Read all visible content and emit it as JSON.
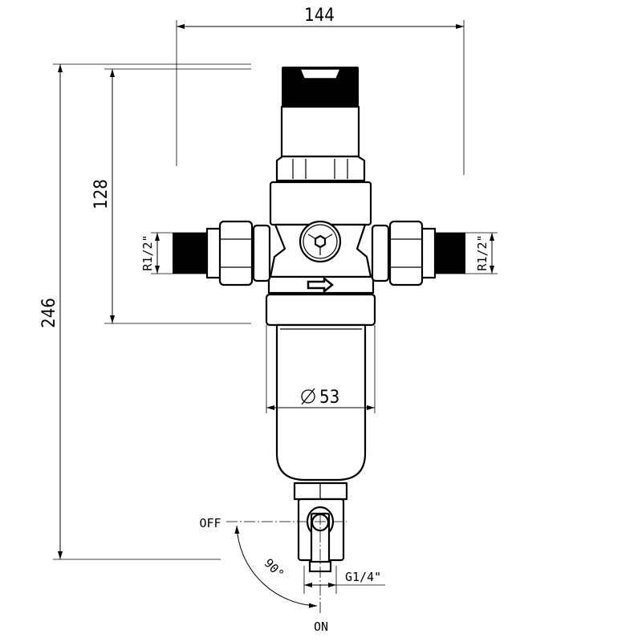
{
  "dimensions": {
    "width_overall": "144",
    "height_overall": "246",
    "height_to_connection": "128",
    "inlet_thread": "R1/2\"",
    "outlet_thread": "R1/2\"",
    "bowl_diameter": "53",
    "drain_thread": "G1/4\""
  },
  "drain_valve": {
    "off_label": "OFF",
    "on_label": "ON",
    "rotation_angle": "90°"
  },
  "symbols": {
    "diameter_symbol": "diameter-icon",
    "flow_direction": "arrow-right-icon"
  }
}
